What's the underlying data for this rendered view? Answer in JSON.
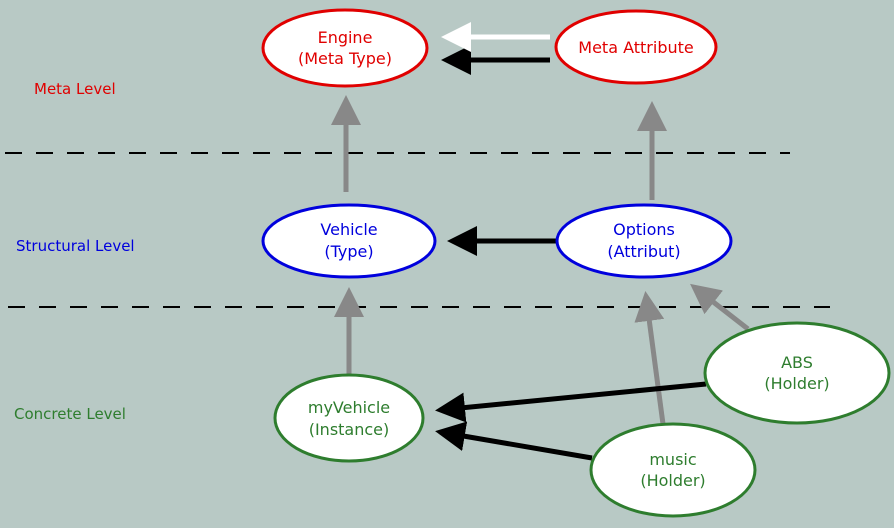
{
  "colors": {
    "background": "#b8c9c5",
    "meta": "#e00000",
    "structural": "#0000dd",
    "concrete": "#2e7d2e",
    "instance_of_arrow": "#888888",
    "reference_arrow": "#000000",
    "meta_reference_arrow": "#ffffff"
  },
  "levels": {
    "meta": "Meta Level",
    "structural": "Structural Level",
    "concrete": "Concrete Level"
  },
  "nodes": {
    "engine": {
      "line1": "Engine",
      "line2": "(Meta Type)"
    },
    "meta_attribute": {
      "line1": "Meta Attribute"
    },
    "vehicle": {
      "line1": "Vehicle",
      "line2": "(Type)"
    },
    "options": {
      "line1": "Options",
      "line2": "(Attribut)"
    },
    "my_vehicle": {
      "line1": "myVehicle",
      "line2": "(Instance)"
    },
    "abs": {
      "line1": "ABS",
      "line2": "(Holder)"
    },
    "music": {
      "line1": "music",
      "line2": "(Holder)"
    }
  }
}
